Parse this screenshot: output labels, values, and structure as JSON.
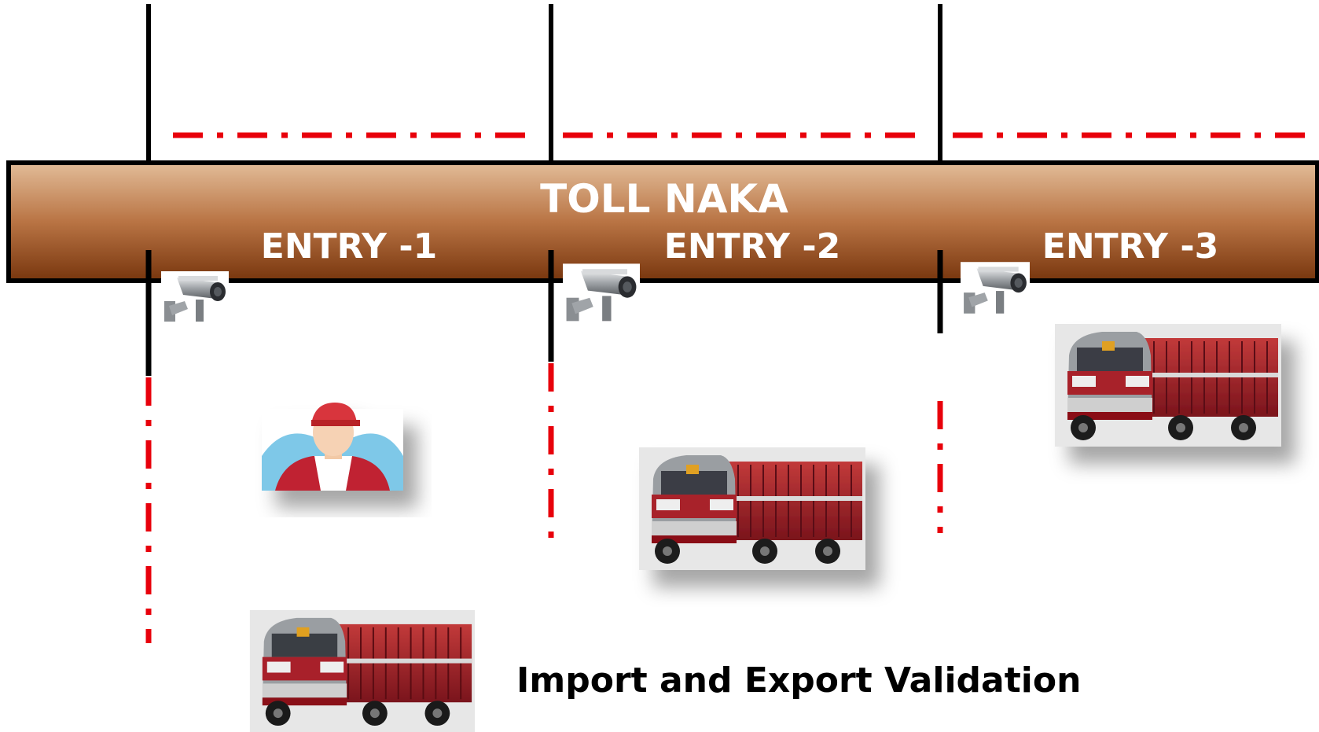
{
  "banner": {
    "title": "TOLL NAKA",
    "gradient_top": "#e0b894",
    "gradient_bottom": "#7a3810"
  },
  "entries": [
    {
      "label": "ENTRY -1"
    },
    {
      "label": "ENTRY -2"
    },
    {
      "label": "ENTRY -3"
    }
  ],
  "caption": "Import and Export Validation",
  "colors": {
    "lane_line": "#000000",
    "boundary_dashdot": "#e8000b",
    "truck_cab": "#a8202a",
    "truck_body": "#9a1822",
    "camera": "#b8bcc0",
    "driver_cap": "#d8343c",
    "driver_shirt": "#c02030",
    "driver_bg": "#7ec8e8"
  },
  "icons": {
    "camera": "cctv-camera-icon",
    "driver": "driver-icon",
    "truck": "truck-icon"
  }
}
